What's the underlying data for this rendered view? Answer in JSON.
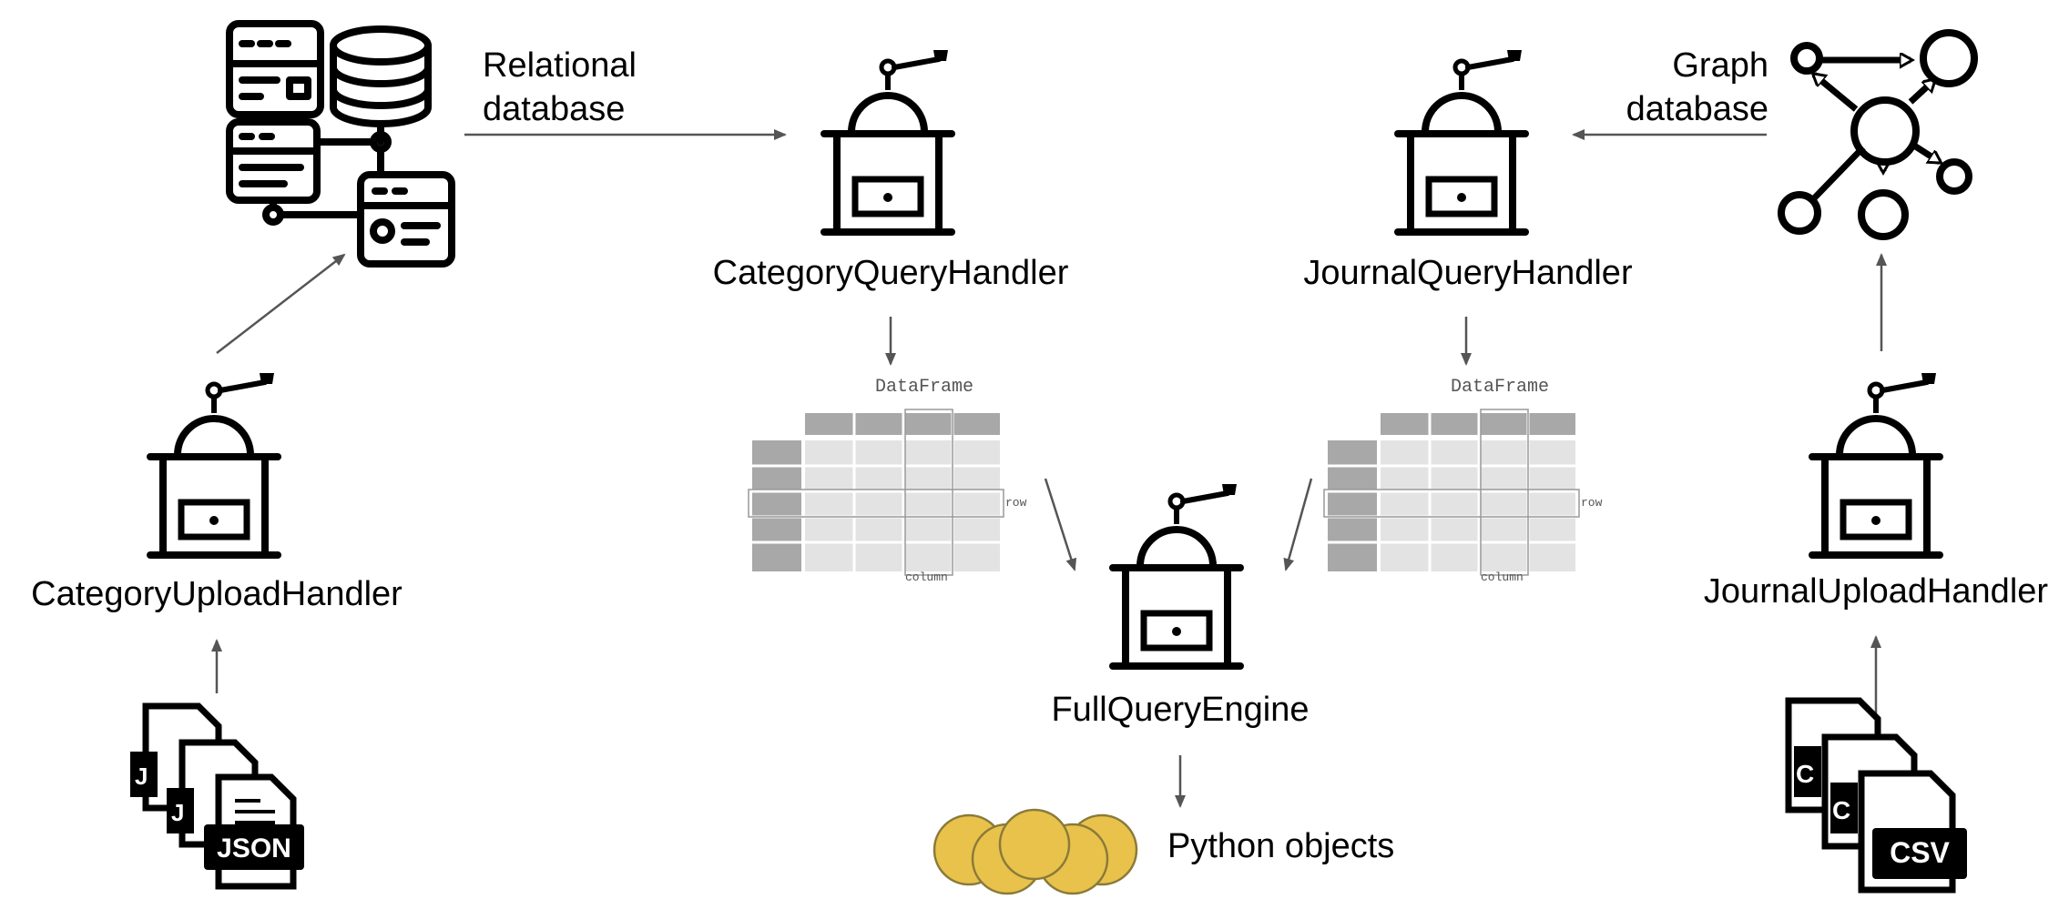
{
  "labels": {
    "relational_db_line1": "Relational",
    "relational_db_line2": "database",
    "graph_db_line1": "Graph",
    "graph_db_line2": "database",
    "category_query_handler": "CategoryQueryHandler",
    "journal_query_handler": "JournalQueryHandler",
    "category_upload_handler": "CategoryUploadHandler",
    "journal_upload_handler": "JournalUploadHandler",
    "full_query_engine": "FullQueryEngine",
    "python_objects": "Python objects"
  },
  "dataframes": {
    "left": {
      "title": "DataFrame",
      "row_label": "row",
      "column_label": "column"
    },
    "right": {
      "title": "DataFrame",
      "row_label": "row",
      "column_label": "column"
    }
  },
  "files": {
    "json_badge": "JSON",
    "json_partial_1": "J",
    "json_partial_2": "J",
    "csv_badge": "CSV",
    "csv_partial_1": "C",
    "csv_partial_2": "C"
  },
  "colors": {
    "coin_fill": "#E8C24A",
    "coin_stroke": "#8a7a3a",
    "arrow": "#555555",
    "df_header": "#a8a8a8",
    "df_cell": "#e3e3e3"
  }
}
